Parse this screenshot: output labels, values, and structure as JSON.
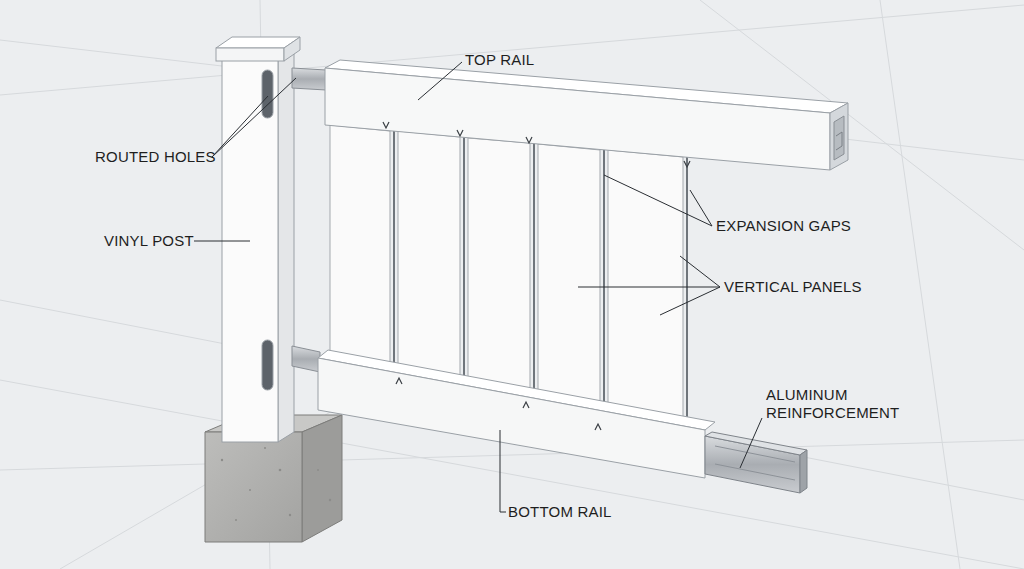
{
  "diagram": {
    "labels": [
      "TOP RAIL",
      "ROUTED HOLES",
      "VINYL POST",
      "EXPANSION GAPS",
      "VERTICAL PANELS",
      "ALUMINUM REINFORCEMENT",
      "BOTTOM RAIL"
    ]
  }
}
